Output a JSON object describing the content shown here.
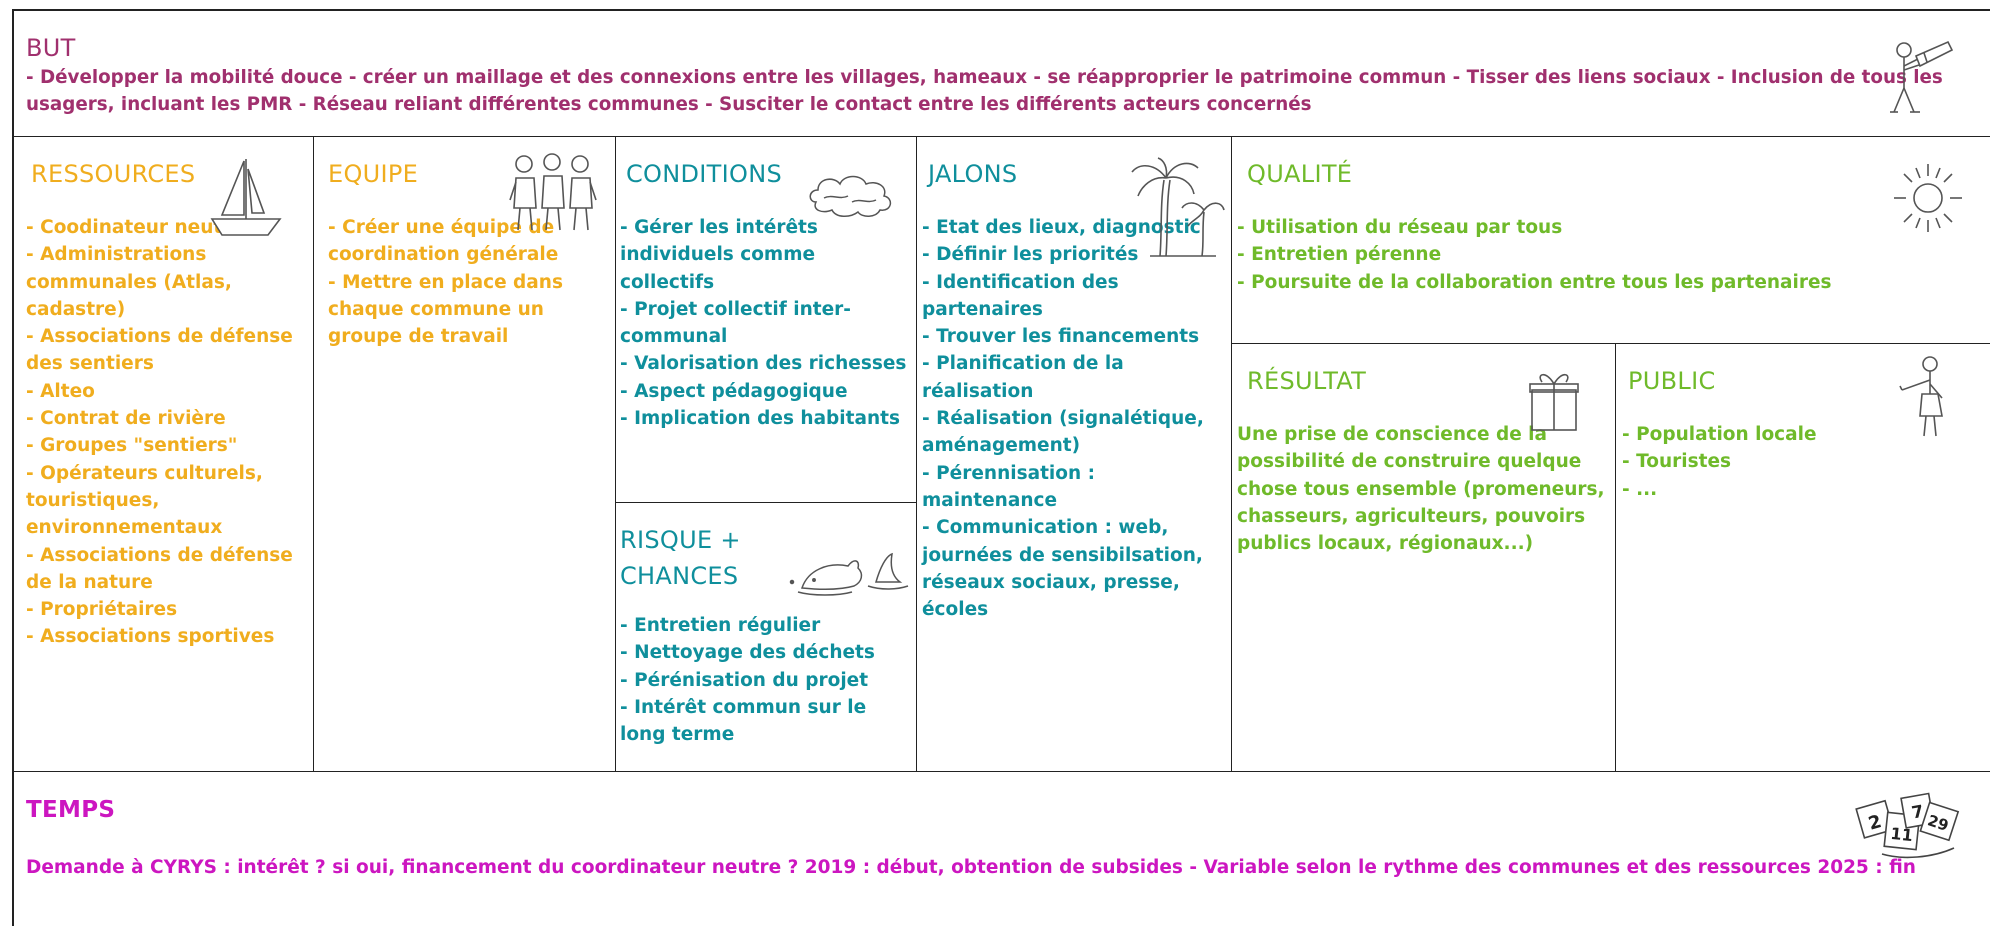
{
  "but": {
    "title": "BUT",
    "text": "- Développer la mobilité douce - créer un maillage et des connexions entre les villages, hameaux - se réapproprier le patrimoine commun - Tisser des liens sociaux - Inclusion de tous les usagers, incluant les PMR - Réseau reliant différentes communes - Susciter le contact entre les différents acteurs concernés"
  },
  "ressources": {
    "title": "RESSOURCES",
    "items": [
      "- Coodinateur neutre ?",
      "- Administrations communales (Atlas, cadastre)",
      "- Associations de défense des sentiers",
      "- Alteo",
      "- Contrat de rivière",
      "- Groupes \"sentiers\"",
      "- Opérateurs culturels, touristiques, environnementaux",
      "- Associations de défense de la nature",
      "- Propriétaires",
      "- Associations sportives"
    ]
  },
  "equipe": {
    "title": "EQUIPE",
    "items": [
      "- Créer une équipe de coordination générale",
      "- Mettre en place dans chaque commune un groupe de travail"
    ]
  },
  "conditions": {
    "title": "CONDITIONS",
    "items": [
      "- Gérer les intérêts individuels comme collectifs",
      "- Projet collectif inter-communal",
      "- Valorisation des richesses",
      "- Aspect pédagogique",
      "- Implication des habitants"
    ]
  },
  "risque": {
    "title_line1": "RISQUE +",
    "title_line2": "CHANCES",
    "items": [
      "- Entretien régulier",
      "- Nettoyage des déchets",
      "- Pérénisation du projet",
      "- Intérêt commun sur le long terme"
    ]
  },
  "jalons": {
    "title": "JALONS",
    "items": [
      "- Etat des lieux, diagnostic",
      "- Définir les priorités",
      "- Identification des partenaires",
      "- Trouver les financements",
      "- Planification de la réalisation",
      "- Réalisation (signalétique, aménagement)",
      "- Pérennisation : maintenance",
      "- Communication : web, journées de sensibilsation, réseaux sociaux, presse, écoles"
    ]
  },
  "qualite": {
    "title": "QUALITÉ",
    "items": [
      "- Utilisation du réseau par tous",
      "- Entretien pérenne",
      "- Poursuite de la collaboration entre tous les partenaires"
    ]
  },
  "resultat": {
    "title": "RÉSULTAT",
    "text": "Une prise de conscience de la possibilité de construire quelque chose tous ensemble (promeneurs, chasseurs, agriculteurs, pouvoirs publics locaux, régionaux...)"
  },
  "public": {
    "title": "PUBLIC",
    "items": [
      "- Population locale",
      "- Touristes",
      "- ..."
    ]
  },
  "temps": {
    "title": "TEMPS",
    "text": "Demande à CYRYS : intérêt ? si oui, financement du coordinateur neutre ? 2019 : début, obtention de subsides - Variable selon le rythme des communes et des ressources  2025 : fin"
  },
  "calendar_labels": [
    "2",
    "11",
    "7",
    "29"
  ],
  "colors": {
    "but": "#a0306e",
    "orange": "#f0ad1e",
    "teal": "#0f8f9c",
    "green": "#6fba2a",
    "magenta": "#cc16c0"
  },
  "icons": [
    "telescope-person-icon",
    "sailboat-icon",
    "team-people-icon",
    "cloud-icon",
    "palm-trees-icon",
    "sun-icon",
    "gift-icon",
    "waving-person-icon",
    "dolphin-shark-icon",
    "calendar-icon"
  ]
}
